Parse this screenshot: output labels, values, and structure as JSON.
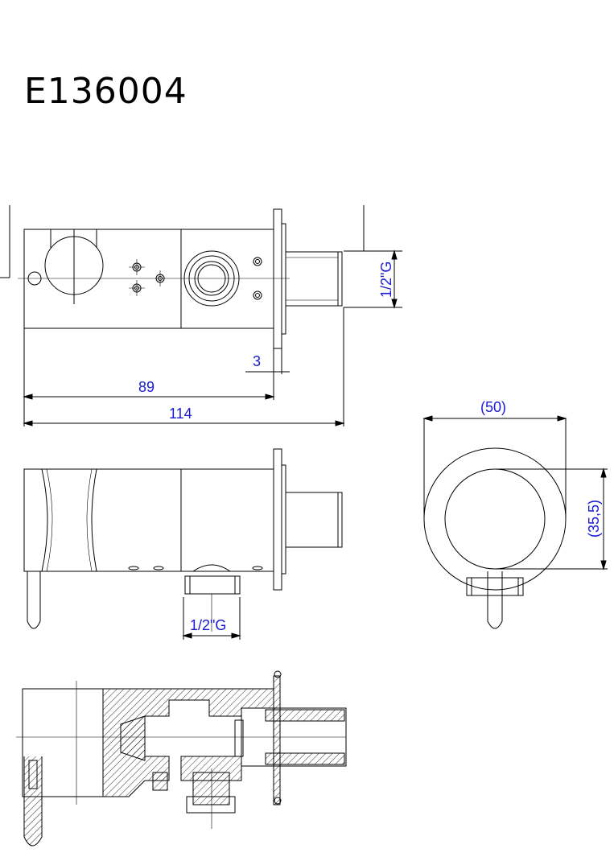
{
  "title": "E136004",
  "dimensions": {
    "d_3": "3",
    "d_89": "89",
    "d_114": "114",
    "d_50": "(50)",
    "d_355": "(35,5)",
    "thread_side": "1/2\"G",
    "thread_bottom": "1/2\"G"
  },
  "colors": {
    "line": "#000000",
    "dimension": "#1a1ad6"
  }
}
